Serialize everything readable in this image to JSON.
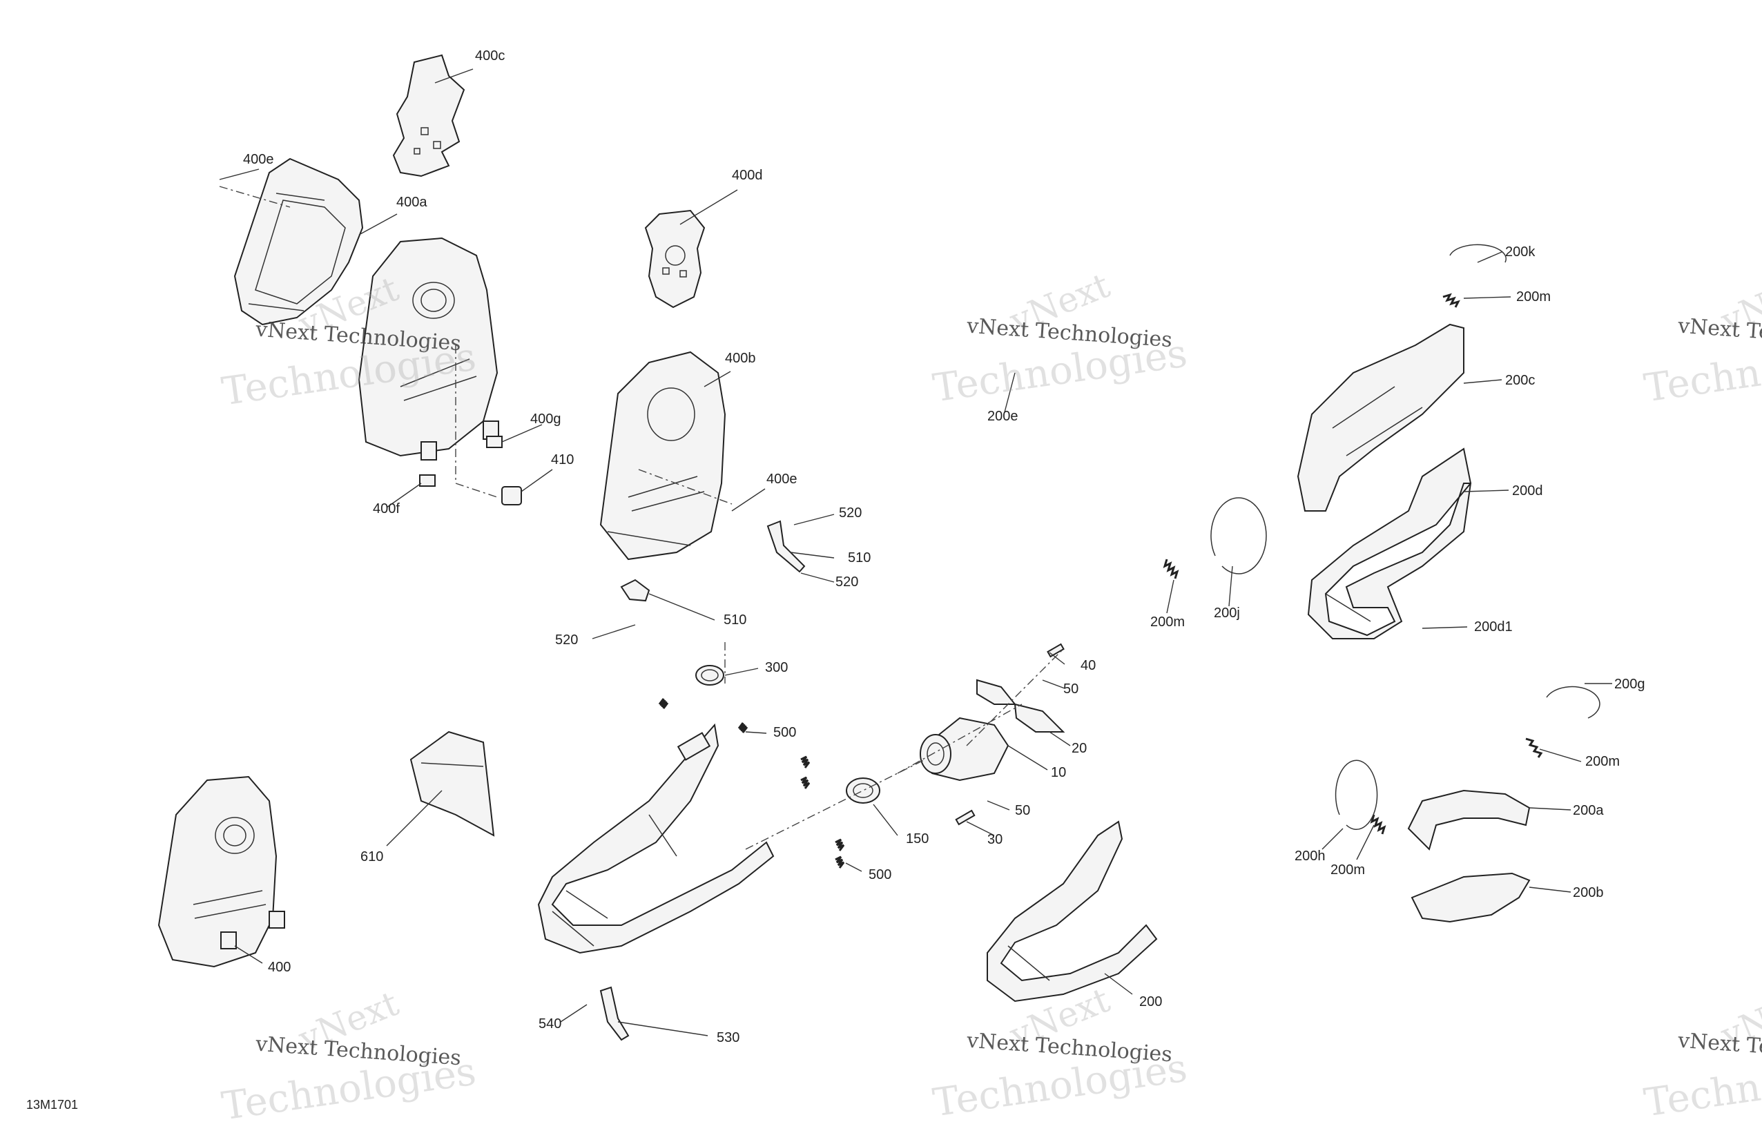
{
  "diagram": {
    "document_id": "13M1701",
    "watermark": {
      "line1": "vNext",
      "line2": "vNext Technologies",
      "line3": "Technologies"
    },
    "callouts": {
      "c400c": "400c",
      "c400e_top": "400e",
      "c400a": "400a",
      "c400d": "400d",
      "c400b": "400b",
      "c400g": "400g",
      "c410": "410",
      "c400f": "400f",
      "c400e_mid": "400e",
      "c520_a": "520",
      "c510_a": "510",
      "c520_b": "520",
      "c510_b": "510",
      "c520_c": "520",
      "c200k": "200k",
      "c200m_a": "200m",
      "c200c": "200c",
      "c200d": "200d",
      "c200e": "200e",
      "c200m_b": "200m",
      "c200j": "200j",
      "c200d1": "200d1",
      "c300": "300",
      "c40": "40",
      "c50_a": "50",
      "c500_a": "500",
      "c20": "20",
      "c10": "10",
      "c50_b": "50",
      "c30": "30",
      "c150": "150",
      "c500_b": "500",
      "c200g": "200g",
      "c200m_c": "200m",
      "c200a": "200a",
      "c200h": "200h",
      "c200m_d": "200m",
      "c200b": "200b",
      "c610": "610",
      "c400": "400",
      "c200": "200",
      "c540": "540",
      "c530": "530"
    }
  }
}
